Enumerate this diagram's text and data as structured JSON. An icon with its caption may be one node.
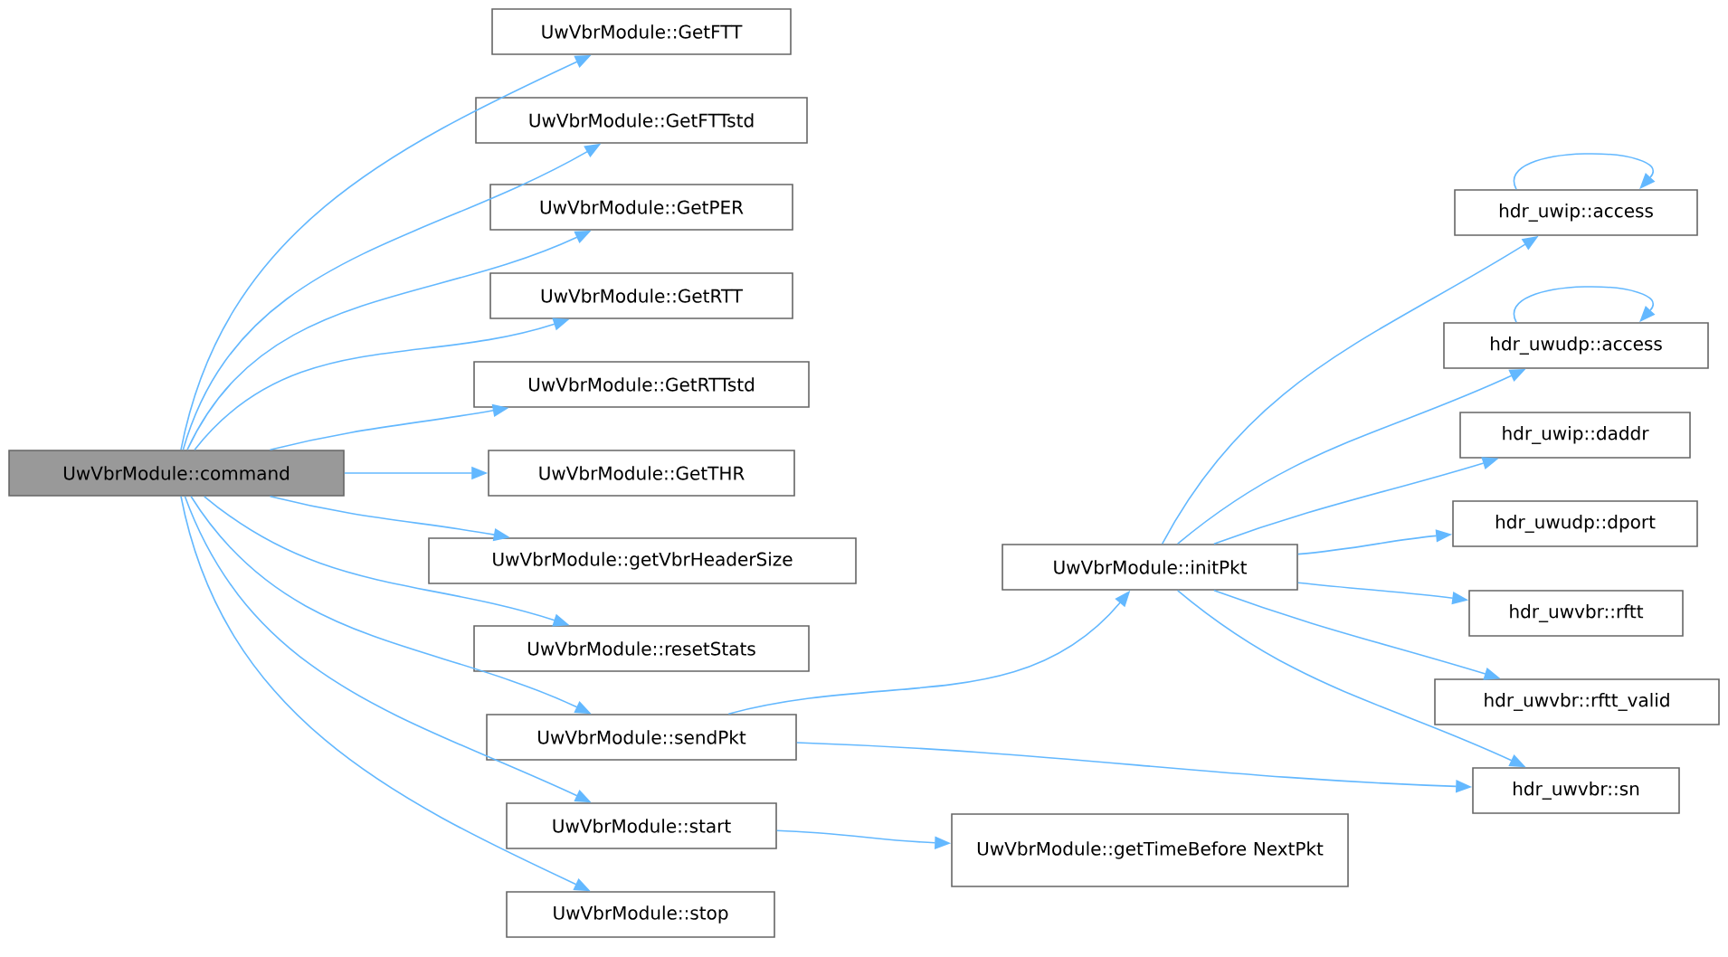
{
  "diagram": {
    "nodes": [
      {
        "text": [
          "UwVbrModule::command"
        ]
      },
      {
        "text": [
          "UwVbrModule::GetFTT"
        ]
      },
      {
        "text": [
          "UwVbrModule::GetFTTstd"
        ]
      },
      {
        "text": [
          "UwVbrModule::GetPER"
        ]
      },
      {
        "text": [
          "UwVbrModule::GetRTT"
        ]
      },
      {
        "text": [
          "UwVbrModule::GetRTTstd"
        ]
      },
      {
        "text": [
          "UwVbrModule::GetTHR"
        ]
      },
      {
        "text": [
          "UwVbrModule::getVbrHeaderSize"
        ]
      },
      {
        "text": [
          "UwVbrModule::resetStats"
        ]
      },
      {
        "text": [
          "UwVbrModule::sendPkt"
        ]
      },
      {
        "text": [
          "UwVbrModule::start"
        ]
      },
      {
        "text": [
          "UwVbrModule::stop"
        ]
      },
      {
        "text": [
          "UwVbrModule::initPkt"
        ]
      },
      {
        "text": [
          "hdr_uwip::access"
        ]
      },
      {
        "text": [
          "hdr_uwudp::access"
        ]
      },
      {
        "text": [
          "hdr_uwip::daddr"
        ]
      },
      {
        "text": [
          "hdr_uwudp::dport"
        ]
      },
      {
        "text": [
          "hdr_uwvbr::rftt"
        ]
      },
      {
        "text": [
          "hdr_uwvbr::rftt_valid"
        ]
      },
      {
        "text": [
          "hdr_uwvbr::sn"
        ]
      },
      {
        "text": [
          "UwVbrModule::getTimeBefore NextPkt"
        ]
      }
    ],
    "edges": [
      {
        "from": 0,
        "to": 1,
        "arrow": "to"
      },
      {
        "from": 0,
        "to": 2,
        "arrow": "to"
      },
      {
        "from": 0,
        "to": 3,
        "arrow": "to"
      },
      {
        "from": 0,
        "to": 4,
        "arrow": "to"
      },
      {
        "from": 0,
        "to": 5,
        "arrow": "to"
      },
      {
        "from": 0,
        "to": 6,
        "arrow": "to"
      },
      {
        "from": 0,
        "to": 7,
        "arrow": "to"
      },
      {
        "from": 0,
        "to": 8,
        "arrow": "to"
      },
      {
        "from": 0,
        "to": 9,
        "arrow": "to"
      },
      {
        "from": 0,
        "to": 10,
        "arrow": "to"
      },
      {
        "from": 0,
        "to": 11,
        "arrow": "to"
      },
      {
        "from": 9,
        "to": 12,
        "arrow": "to"
      },
      {
        "from": 9,
        "to": 19,
        "arrow": "to"
      },
      {
        "from": 10,
        "to": 20,
        "arrow": "to"
      },
      {
        "from": 12,
        "to": 13,
        "arrow": "to"
      },
      {
        "from": 12,
        "to": 14,
        "arrow": "to"
      },
      {
        "from": 12,
        "to": 15,
        "arrow": "to"
      },
      {
        "from": 12,
        "to": 16,
        "arrow": "to"
      },
      {
        "from": 12,
        "to": 17,
        "arrow": "to"
      },
      {
        "from": 12,
        "to": 18,
        "arrow": "to"
      },
      {
        "from": 12,
        "to": 19,
        "arrow": "to"
      },
      {
        "from": 13,
        "to": 13,
        "arrow": "to"
      },
      {
        "from": 14,
        "to": 14,
        "arrow": "to"
      }
    ]
  }
}
